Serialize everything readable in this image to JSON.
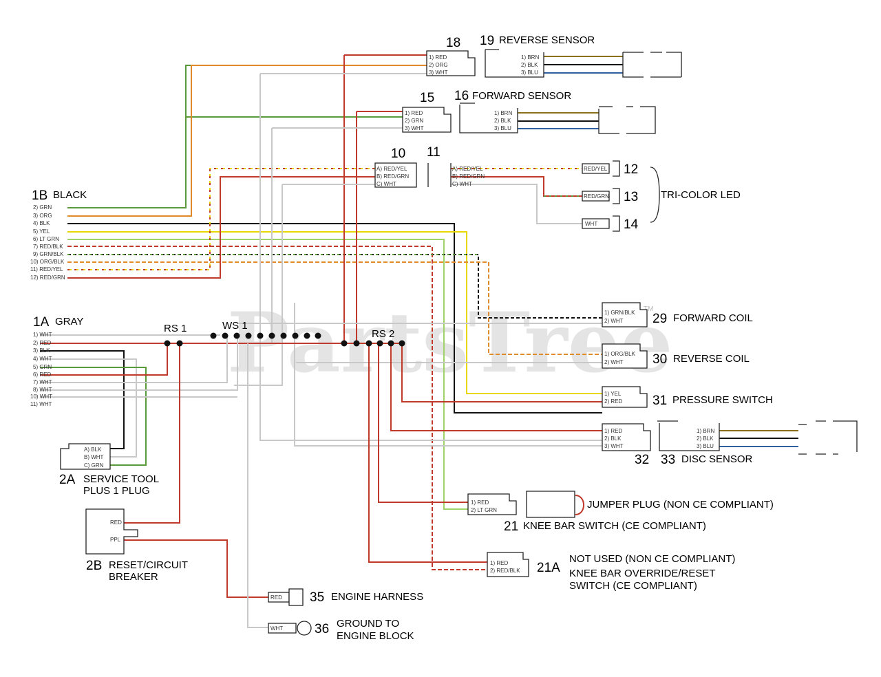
{
  "watermark": "PartsTree",
  "watermark_mark": "TM",
  "colors": {
    "red": "#c0392b",
    "green": "#5a9a3a",
    "orange": "#e08a2c",
    "black": "#111111",
    "white_wire": "#c8c8c8",
    "yellow": "#e6d800",
    "light_green": "#9fd36a",
    "brown": "#8a6f1e",
    "blue": "#2f5f9e",
    "gray": "#bdbdbd"
  },
  "harness_1b": {
    "num": "1B",
    "name": "BLACK",
    "pins": [
      "2) GRN",
      "3) ORG",
      "4) BLK",
      "5) YEL",
      "6) LT GRN",
      "7) RED/BLK",
      "9) GRN/BLK",
      "10) ORG/BLK",
      "11) RED/YEL",
      "12) RED/GRN"
    ]
  },
  "harness_1a": {
    "num": "1A",
    "name": "GRAY",
    "pins": [
      "1) WHT",
      "2) RED",
      "3) BLK",
      "4) WHT",
      "5) GRN",
      "6) RED",
      "7) WHT",
      "8) WHT",
      "10) WHT",
      "11) WHT"
    ]
  },
  "splices": {
    "rs1": "RS 1",
    "ws1": "WS 1",
    "rs2": "RS 2"
  },
  "c18": {
    "num": "18",
    "pins": [
      "1) RED",
      "2) ORG",
      "3) WHT"
    ]
  },
  "c19": {
    "num": "19",
    "name": "REVERSE SENSOR",
    "pins": [
      "1) BRN",
      "2) BLK",
      "3) BLU"
    ]
  },
  "c15": {
    "num": "15",
    "pins": [
      "1) RED",
      "2) GRN",
      "3) WHT"
    ]
  },
  "c16": {
    "num": "16",
    "name": "FORWARD SENSOR",
    "pins": [
      "1) BRN",
      "2) BLK",
      "3) BLU"
    ]
  },
  "c10": {
    "num": "10",
    "pins": [
      "A) RED/YEL",
      "B) RED/GRN",
      "C) WHT"
    ]
  },
  "c11": {
    "num": "11",
    "pins": [
      "A) RED/YEL",
      "B) RED/GRN",
      "C) WHT"
    ]
  },
  "led": {
    "name": "TRI-COLOR LED",
    "c12": {
      "num": "12",
      "tag": "RED/YEL"
    },
    "c13": {
      "num": "13",
      "tag": "RED/GRN"
    },
    "c14": {
      "num": "14",
      "tag": "WHT"
    }
  },
  "c29": {
    "num": "29",
    "name": "FORWARD COIL",
    "pins": [
      "1) GRN/BLK",
      "2) WHT"
    ]
  },
  "c30": {
    "num": "30",
    "name": "REVERSE COIL",
    "pins": [
      "1) ORG/BLK",
      "2) WHT"
    ]
  },
  "c31": {
    "num": "31",
    "name": "PRESSURE SWITCH",
    "pins": [
      "1) YEL",
      "2) RED"
    ]
  },
  "c32": {
    "num": "32",
    "pins": [
      "1) RED",
      "2) BLK",
      "3) WHT"
    ]
  },
  "c33": {
    "num": "33",
    "name": "DISC SENSOR",
    "pins": [
      "1) BRN",
      "2) BLK",
      "3) BLU"
    ]
  },
  "c21": {
    "num": "21",
    "name": "KNEE BAR SWITCH (CE COMPLIANT)",
    "jumper": "JUMPER PLUG (NON CE COMPLIANT)",
    "pins": [
      "1) RED",
      "2) LT GRN"
    ]
  },
  "c21a": {
    "num": "21A",
    "line1": "NOT USED (NON CE COMPLIANT)",
    "line2": "KNEE BAR OVERRIDE/RESET",
    "line3": "SWITCH (CE COMPLIANT)",
    "pins": [
      "1) RED",
      "2) RED/BLK"
    ]
  },
  "c2a": {
    "num": "2A",
    "line1": "SERVICE TOOL",
    "line2": "PLUS 1 PLUG",
    "pins": [
      "A) BLK",
      "B) WHT",
      "C) GRN"
    ]
  },
  "c2b": {
    "num": "2B",
    "line1": "RESET/CIRCUIT",
    "line2": "BREAKER",
    "pins": [
      "RED",
      "PPL"
    ]
  },
  "c35": {
    "num": "35",
    "name": "ENGINE HARNESS",
    "tag": "RED"
  },
  "c36": {
    "num": "36",
    "line1": "GROUND TO",
    "line2": "ENGINE BLOCK",
    "tag": "WHT"
  }
}
